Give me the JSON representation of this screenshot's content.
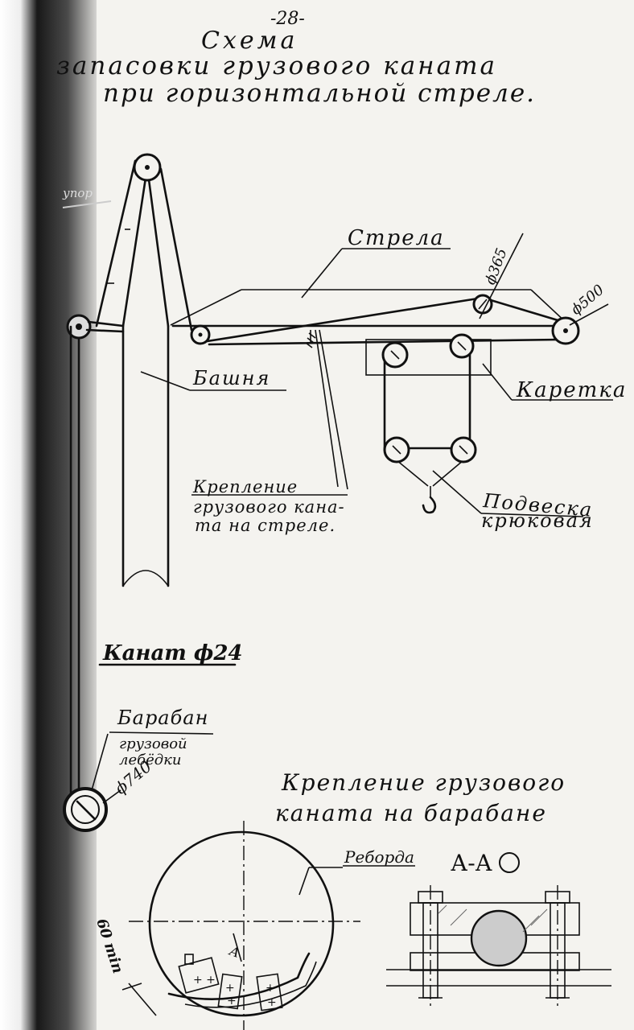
{
  "page_number": "-28-",
  "title": {
    "line1": "Схема",
    "line2": "запасовки грузового каната",
    "line3": "при горизонтальной стреле."
  },
  "labels": {
    "upor": "упор",
    "strela": "Стрела",
    "d365": "ϕ365",
    "d500": "ϕ500",
    "bashnya": "Башня",
    "karetka": "Каретка",
    "kreplenie_strela_1": "Крепление",
    "kreplenie_strela_2": "грузового кана-",
    "kreplenie_strela_3": "та на стреле.",
    "podveska_1": "Подвеска",
    "podveska_2": "крюковая",
    "kanat": "Канат ϕ24",
    "baraban_1": "Барабан",
    "baraban_2": "грузовой",
    "baraban_3": "лебёдки",
    "d740": "ϕ740",
    "kreplenie_baraban_1": "Крепление грузового",
    "kreplenie_baraban_2": "каната на барабане",
    "reborda": "Реборда",
    "section": "А-А",
    "section_mark": "А",
    "dim_60": "60 min"
  }
}
